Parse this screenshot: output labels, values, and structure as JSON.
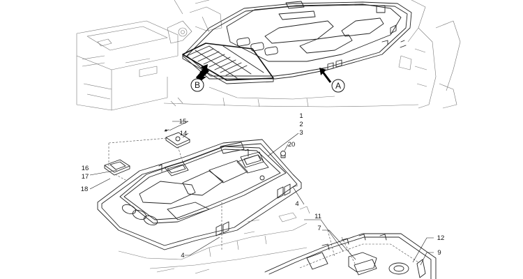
{
  "view_markers": [
    {
      "id": "B",
      "label": "B"
    },
    {
      "id": "A",
      "label": "A"
    }
  ],
  "callouts": {
    "c1": "1",
    "c2": "2",
    "c3": "3",
    "c4a": "4",
    "c4b": "4",
    "c7": "7",
    "c9": "9",
    "c11": "11",
    "c12": "12",
    "c14": "14",
    "c15": "15",
    "c16": "16",
    "c17": "17",
    "c18": "18",
    "c20": "20"
  }
}
